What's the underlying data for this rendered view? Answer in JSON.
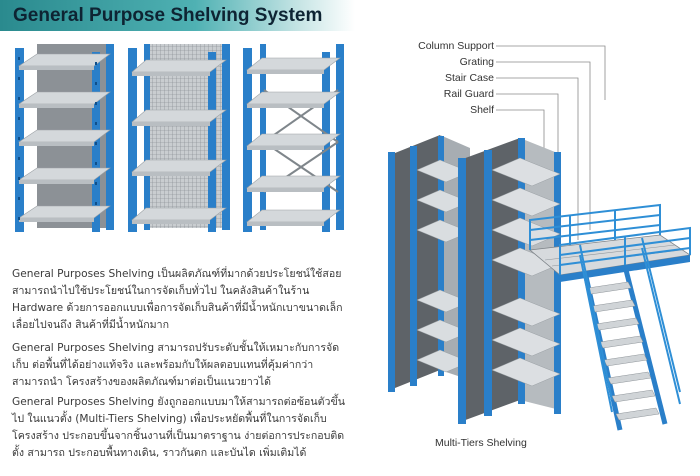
{
  "header": {
    "title": "General Purpose Shelving System"
  },
  "products": [
    {
      "name": "solid-panel-shelving"
    },
    {
      "name": "mesh-panel-shelving"
    },
    {
      "name": "cross-braced-shelving"
    }
  ],
  "description": {
    "p1": "General Purposes Shelving  เป็นผลิตภัณฑ์ที่มากด้วยประโยชน์ใช้สอย สามารถนำไปใช้ประโยชน์ในการจัดเก็บทั่วไป ในคลังสินค้าในร้าน Hardware ด้วยการออกแบบเพื่อการจัดเก็บสินค้าที่มีน้ำหนักเบาขนาดเล็กเลื่อยไปจนถึง สินค้าที่มีน้ำหนักมาก",
    "p2": "General Purposes Shelving  สามารถปรับระดับชั้นให้เหมาะกับการจัดเก็บ ต่อพื้นที่ได้อย่างแท้จริง  และพร้อมกับให้ผลตอบแทนที่คุ้มค่ากว่า  สามารถนำ โครงสร้างของผลิตภัณฑ์มาต่อเป็นแนวยาวได้",
    "p3": "General Purposes Shelving  ยังถูกออกแบบมาให้สามารถต่อซ้อนตัวขึ้นไป ในแนวตั้ง (Multi-Tiers Shelving) เพื่อประหยัดพื้นที่ในการจัดเก็บ โครงสร้าง ประกอบขึ้นจากชิ้นงานที่เป็นมาตราฐาน ง่ายต่อการประกอบติดตั้ง สามารถ ประกอบพื้นทางเดิน, ราวกันตก และบันได เพิ่มเติมได้"
  },
  "diagram": {
    "labels": [
      "Column Support",
      "Grating",
      "Stair Case",
      "Rail Guard",
      "Shelf"
    ],
    "caption": "Multi-Tiers Shelving"
  },
  "colors": {
    "upright": "#2a7fc9",
    "shelf": "#cfd3d6",
    "title_bg": "#3a9ea1",
    "rail": "#2f8fd6"
  }
}
